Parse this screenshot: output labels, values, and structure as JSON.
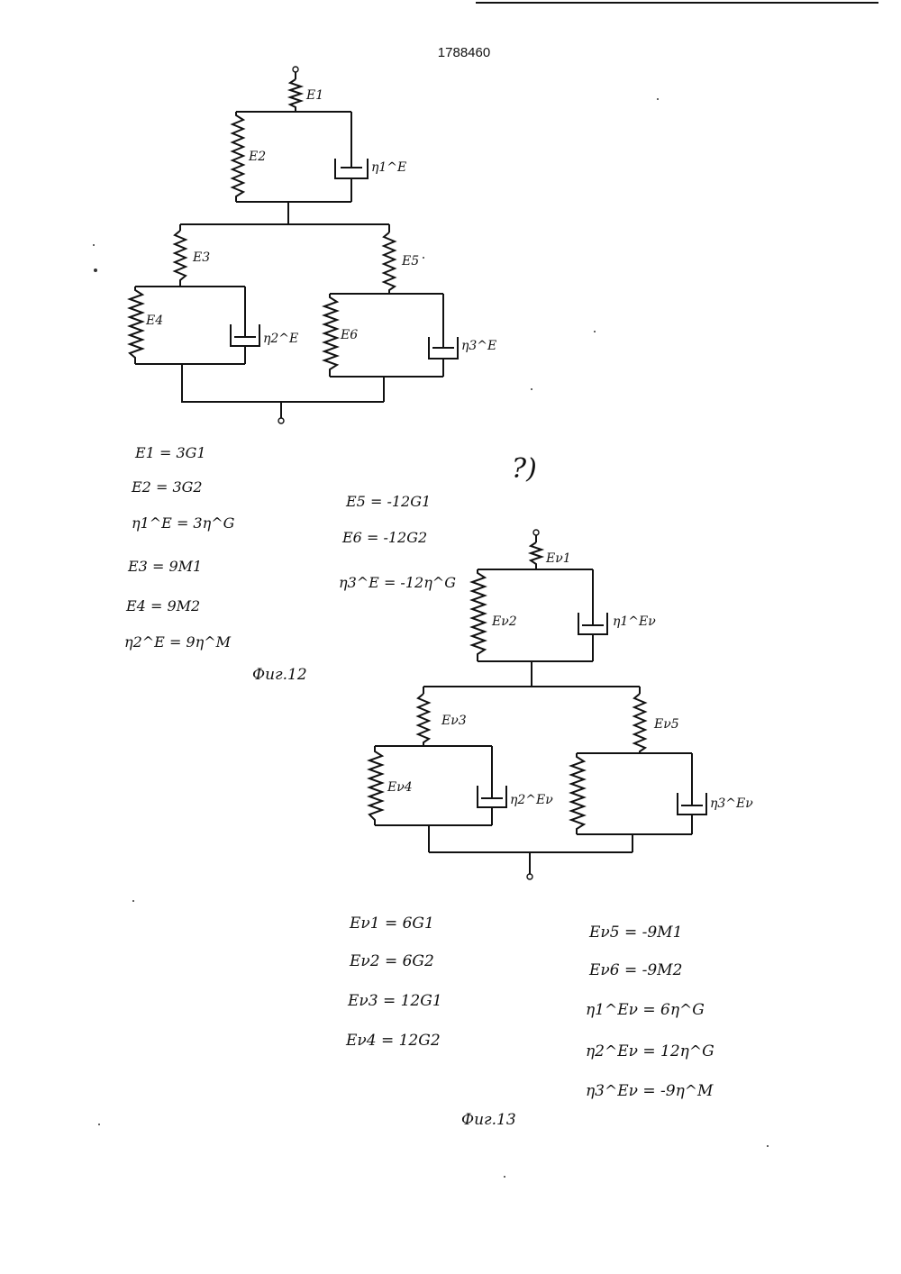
{
  "document": {
    "header": {
      "number": "1788460"
    },
    "stray_mark": "?)",
    "figure12": {
      "caption": "Фиг.12",
      "labels": {
        "E1": "E1",
        "E2": "E2",
        "E3": "E3",
        "E4": "E4",
        "E5": "E5",
        "E6": "E6",
        "eta1": "η1^E",
        "eta2": "η2^E",
        "eta3": "η3^E"
      },
      "equations_left": [
        "E1 = 3G1",
        "E2 = 3G2",
        "η1^E = 3η^G",
        "E3 = 9M1",
        "E4 = 9M2",
        "η2^E = 9η^M"
      ],
      "equations_right": [
        "E5 = -12G1",
        "E6 = -12G2",
        "η3^E = -12η^G"
      ]
    },
    "figure13": {
      "caption": "Фиг.13",
      "labels": {
        "Ev1": "Eν1",
        "Ev2": "Eν2",
        "Ev3": "Eν3",
        "Ev4": "Eν4",
        "Ev5": "Eν5",
        "eta1": "η1^Eν",
        "eta2": "η2^Eν",
        "eta3": "η3^Eν"
      },
      "equations_left": [
        "Eν1 = 6G1",
        "Eν2 = 6G2",
        "Eν3 = 12G1",
        "Eν4 = 12G2"
      ],
      "equations_right": [
        "Eν5 = -9M1",
        "Eν6 = -9M2",
        "η1^Eν = 6η^G",
        "η2^Eν = 12η^G",
        "η3^Eν = -9η^M"
      ]
    }
  }
}
